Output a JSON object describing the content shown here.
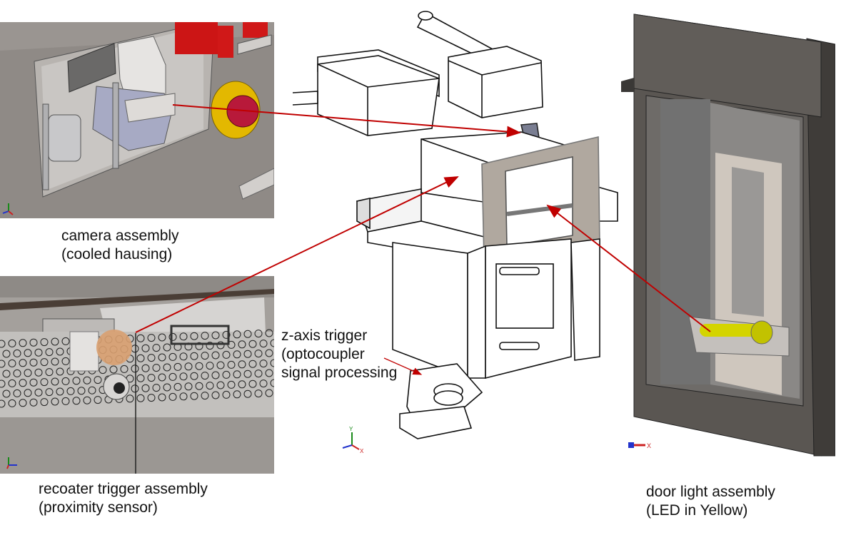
{
  "figure": {
    "callouts": [
      {
        "id": "camera",
        "title": "camera assembly",
        "subtitle": "(cooled hausing)"
      },
      {
        "id": "recoater",
        "title": "recoater trigger assembly",
        "subtitle": "(proximity sensor)"
      },
      {
        "id": "zaxis",
        "title": "z-axis trigger",
        "subtitle": "(optocoupler",
        "subtitle2": "signal processing"
      },
      {
        "id": "door",
        "title": "door light assembly",
        "subtitle": "(LED in Yellow)"
      }
    ],
    "axis_triads": {
      "center": {
        "labels": [
          "Y",
          "X"
        ]
      },
      "door": {
        "labels": [
          "X"
        ]
      }
    },
    "colors": {
      "arrow": "#c00000",
      "led": "#d4d400",
      "sensor_orange": "#d9a070",
      "estop_red": "#c0203a",
      "estop_yellow": "#e8c000",
      "cad_gray": "#8f8a86",
      "door_dark": "#5a5652",
      "plate": "#b0a89f"
    }
  }
}
